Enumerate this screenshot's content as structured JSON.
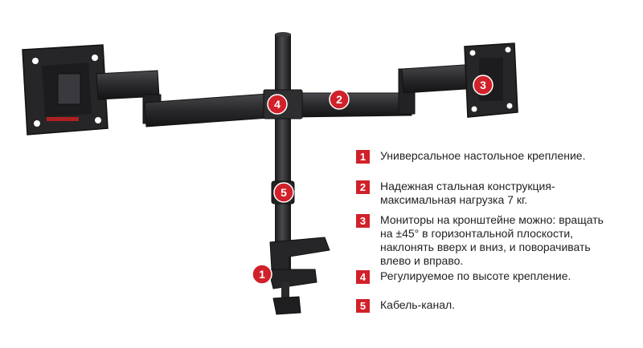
{
  "badges": [
    {
      "number": "1"
    },
    {
      "number": "2"
    },
    {
      "number": "3"
    },
    {
      "number": "4"
    },
    {
      "number": "5"
    }
  ],
  "legend": [
    {
      "number": "1",
      "text": "Универсальное настольное крепление."
    },
    {
      "number": "2",
      "text": "Надежная стальная конструкция-\nмаксимальная нагрузка 7 кг."
    },
    {
      "number": "3",
      "text": "Мониторы на кронштейне можно: вращать\nна ±45° в горизонтальной плоскости,\nнаклонять вверх и вниз, и поворачивать\nвлево и вправо."
    },
    {
      "number": "4",
      "text": "Регулируемое по высоте крепление."
    },
    {
      "number": "5",
      "text": "Кабель-канал."
    }
  ],
  "colors": {
    "badge": "#d1212a",
    "metal": "#2a2a2c",
    "metal_highlight": "#4a4a4e",
    "text": "#222222",
    "background": "#ffffff"
  }
}
